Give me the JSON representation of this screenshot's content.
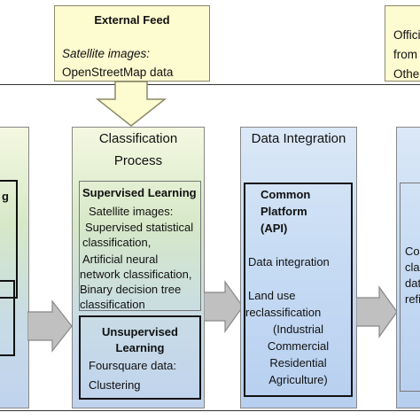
{
  "external_feed": {
    "title": "External Feed",
    "line1": "Satellite images:",
    "line2": "OpenStreetMap data"
  },
  "official_box": {
    "line1": "Offici",
    "line2": "from",
    "line3": "Othe"
  },
  "left_column": {
    "inner_top_fragment": "g"
  },
  "classification": {
    "title_line1": "Classification",
    "title_line2": "Process",
    "supervised": {
      "title": "Supervised Learning",
      "lines": [
        "Satellite images:",
        "Supervised statistical",
        "classification,",
        "Artificial neural",
        "network classification,",
        "Binary decision tree",
        "classification"
      ]
    },
    "unsupervised": {
      "title_line1": "Unsupervised",
      "title_line2": "Learning",
      "lines": [
        "Foursquare data:",
        "Clustering"
      ]
    }
  },
  "data_integration": {
    "title": "Data Integration",
    "platform": {
      "title_line1": "Common",
      "title_line2": "Platform",
      "title_line3": "(API)",
      "line1": "Data integration",
      "line2": "Land use",
      "line3": "reclassification",
      "categories": [
        "(Industrial",
        "Commercial",
        "Residential",
        "Agriculture)"
      ]
    }
  },
  "right_column": {
    "lines": [
      "Co",
      "cla",
      "dat",
      "refi"
    ]
  },
  "colors": {
    "feed_fill": "#fdfbd0",
    "arrow_fill": "#c0c0c0",
    "panel_blue": "#c0d3ee"
  }
}
